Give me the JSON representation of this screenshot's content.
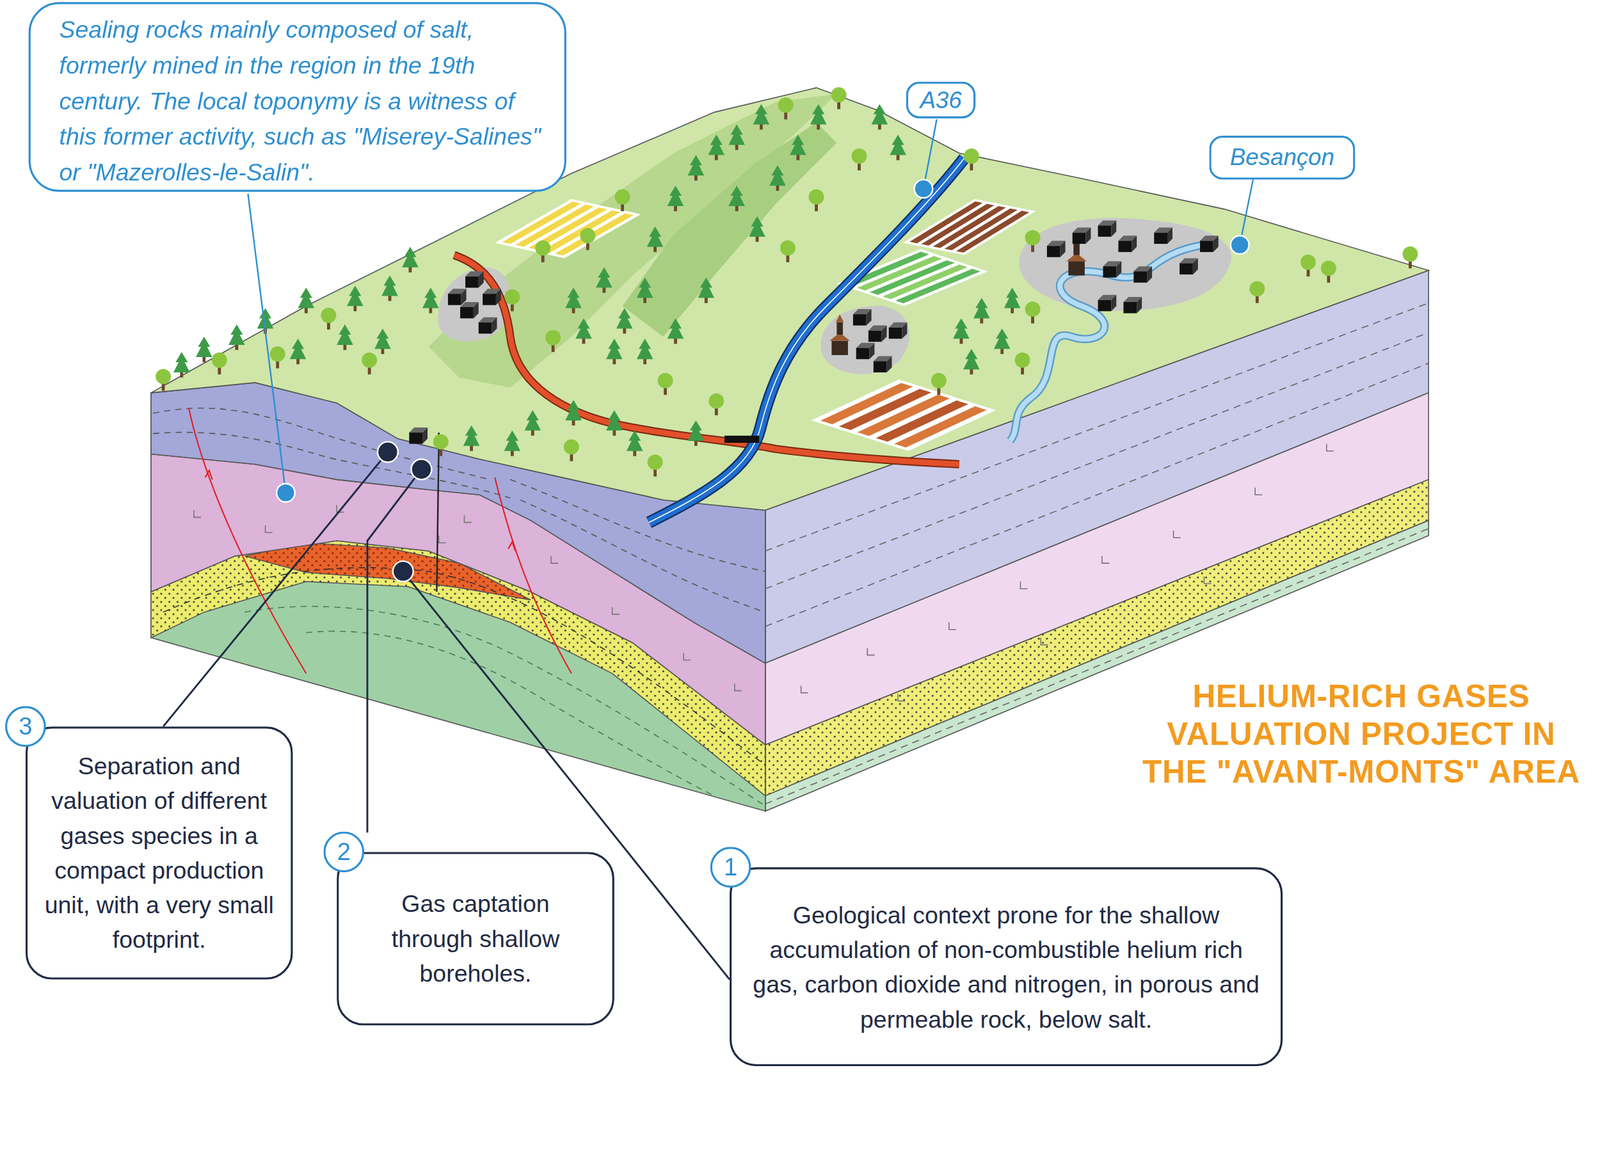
{
  "diagram": {
    "title": "HELIUM-RICH GASES VALUATION PROJECT IN THE \"AVANT-MONTS\" AREA",
    "nodes": [
      {
        "text": [
          "Sealing rocks mainly composed of salt, formerly mined in the region in the 19th century. The local toponymy is a witness of this former activity, such as \"Miserey-Salines\" or \"Mazerolles-le-Salin\"."
        ]
      },
      {
        "text": [
          "A36"
        ]
      },
      {
        "text": [
          "Besançon"
        ]
      },
      {
        "text": [
          "3"
        ]
      },
      {
        "text": [
          "Separation and valuation of different gases species in a compact production unit, with a very small footprint."
        ]
      },
      {
        "text": [
          "2"
        ]
      },
      {
        "text": [
          "Gas captation through shallow boreholes."
        ]
      },
      {
        "text": [
          "1"
        ]
      },
      {
        "text": [
          "Geological context prone for the shallow accumulation of non-combustible helium rich gas, carbon dioxide and nitrogen, in porous and permeable rock, below salt."
        ]
      }
    ]
  }
}
